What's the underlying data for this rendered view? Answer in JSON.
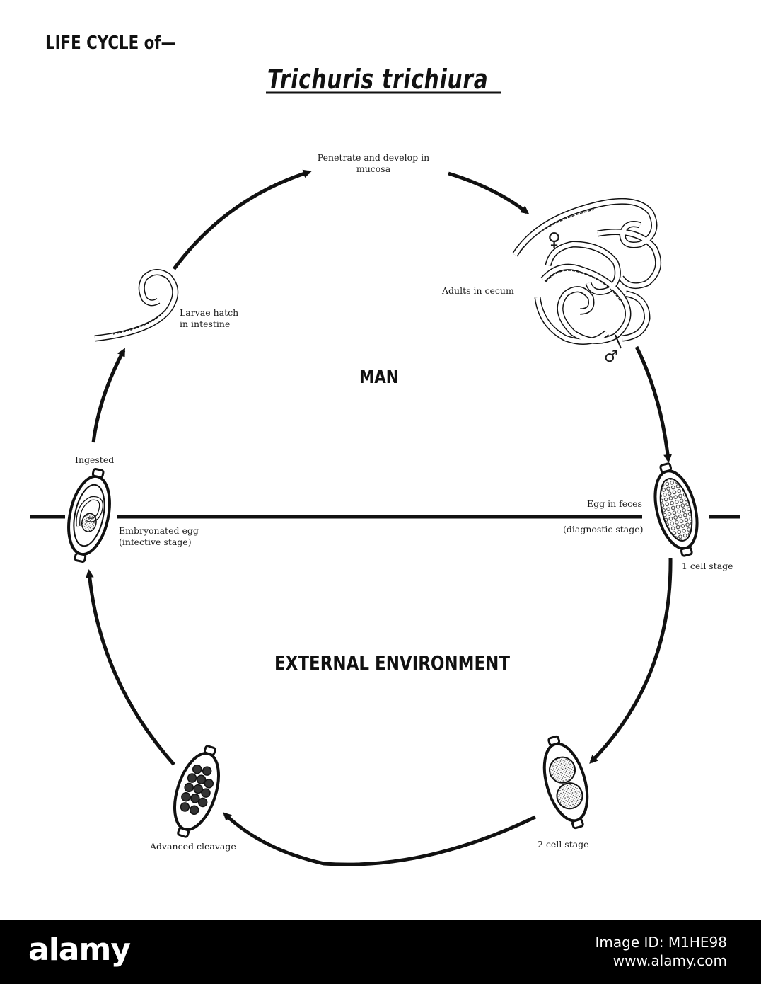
{
  "title": {
    "prefix": "LIFE CYCLE of—",
    "species": "Trichuris trichiura"
  },
  "regions": {
    "upper": "MAN",
    "lower": "EXTERNAL ENVIRONMENT"
  },
  "stages": {
    "penetrate": [
      "Penetrate and develop in",
      "mucosa"
    ],
    "adults": "Adults in cecum",
    "female_symbol": "♀",
    "male_symbol": "♂",
    "larvae": [
      "Larvae hatch",
      "in intestine"
    ],
    "ingested": "Ingested",
    "embryonated": [
      "Embryonated egg",
      "(infective stage)"
    ],
    "egg_in_feces": "Egg in feces",
    "diagnostic": "(diagnostic stage)",
    "one_cell": "1 cell stage",
    "two_cell": "2 cell stage",
    "advanced": "Advanced cleavage"
  },
  "footer": {
    "logo": "alamy",
    "image_id": "Image ID: M1HE98",
    "url": "www.alamy.com"
  },
  "colors": {
    "ink": "#111111",
    "background": "#ffffff",
    "footer": "#000000"
  }
}
